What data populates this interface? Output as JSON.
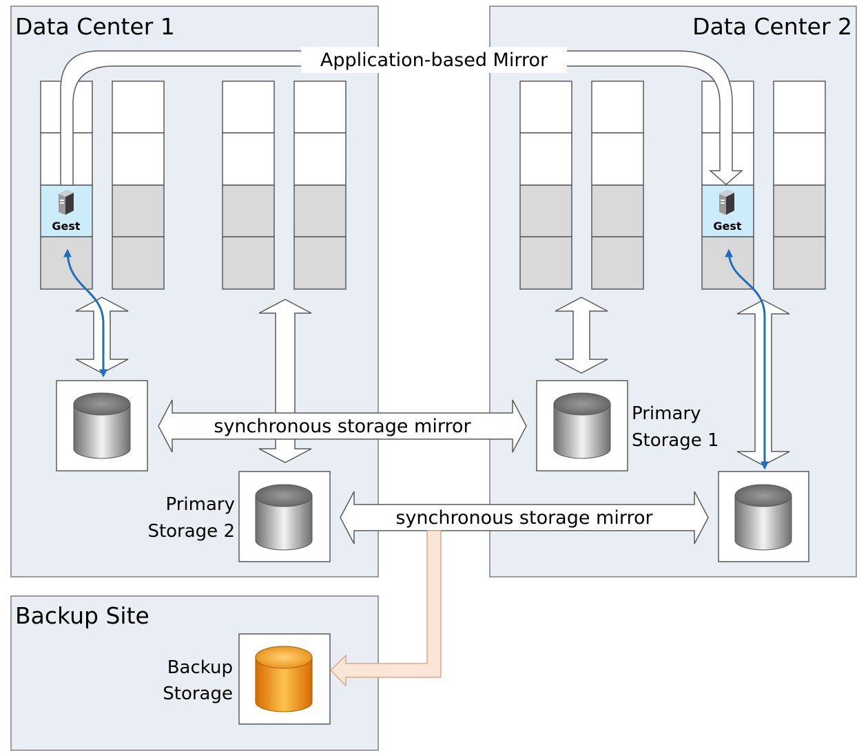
{
  "sites": {
    "dc1": "Data Center 1",
    "dc2": "Data Center 2",
    "backup": "Backup Site"
  },
  "mirrors": {
    "application": "Application-based Mirror",
    "sync_top": "synchronous storage mirror",
    "sync_bottom": "synchronous storage mirror"
  },
  "storage": {
    "primary1_line1": "Primary",
    "primary1_line2": "Storage 1",
    "primary2_line1": "Primary",
    "primary2_line2": "Storage 2",
    "backup_line1": "Backup",
    "backup_line2": "Storage"
  },
  "guests": {
    "guest1": "Gest",
    "guest2": "Gest"
  },
  "colors": {
    "site_fill": "#e9edf4",
    "site_stroke": "#7f7f7f",
    "slot_gray": "#d9d9d9",
    "guest_fill": "#ccecfa",
    "link_blue": "#1c6fbf",
    "backup_link": "#fbe5d6",
    "backup_link_stroke": "#d7a98a",
    "backup_disk": "#f39a12"
  }
}
